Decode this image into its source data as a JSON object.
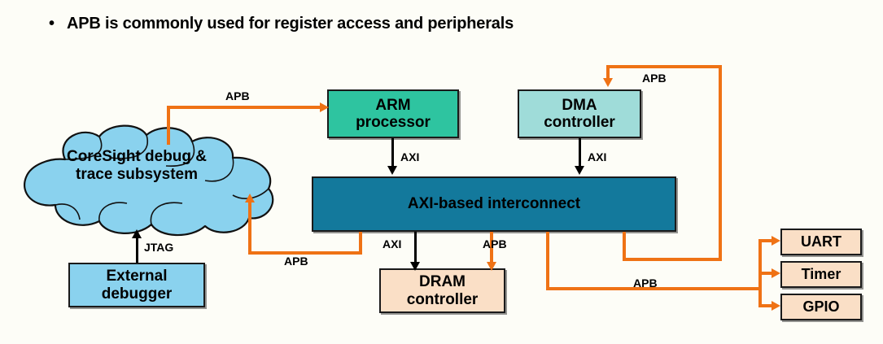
{
  "slide": {
    "bullet_marker": "•",
    "bullet_text": "APB is commonly used for register access and peripherals",
    "background_color": "#fdfdf7"
  },
  "nodes": {
    "coresight_cloud": {
      "label_line1": "CoreSight debug &",
      "label_line2": "trace subsystem",
      "fill": "#8ad2ee",
      "shape": "cloud"
    },
    "arm_processor": {
      "label_line1": "ARM",
      "label_line2": "processor",
      "fill": "#2ec4a0"
    },
    "dma_controller": {
      "label_line1": "DMA",
      "label_line2": "controller",
      "fill": "#9fdcd9"
    },
    "axi_interconnect": {
      "label": "AXI-based interconnect",
      "fill": "#13799c"
    },
    "dram_controller": {
      "label_line1": "DRAM",
      "label_line2": "controller",
      "fill": "#fadfc6"
    },
    "external_debugger": {
      "label_line1": "External",
      "label_line2": "debugger",
      "fill": "#8ad2ee"
    },
    "peripherals": [
      {
        "label": "UART",
        "fill": "#fadfc6"
      },
      {
        "label": "Timer",
        "fill": "#fadfc6"
      },
      {
        "label": "GPIO",
        "fill": "#fadfc6"
      }
    ]
  },
  "edges": {
    "apb_cloud_to_arm": "APB",
    "apb_to_dma": "APB",
    "axi_arm_to_interconnect": "AXI",
    "axi_dma_to_interconnect": "AXI",
    "axi_interconnect_to_dram": "AXI",
    "apb_interconnect_to_dram": "APB",
    "apb_interconnect_to_cloud": "APB",
    "apb_interconnect_to_peripherals": "APB",
    "jtag_debugger_to_cloud": "JTAG"
  },
  "colors": {
    "apb_bus": "#ef7215",
    "axi_bus": "#000000",
    "jtag_bus": "#000000"
  }
}
